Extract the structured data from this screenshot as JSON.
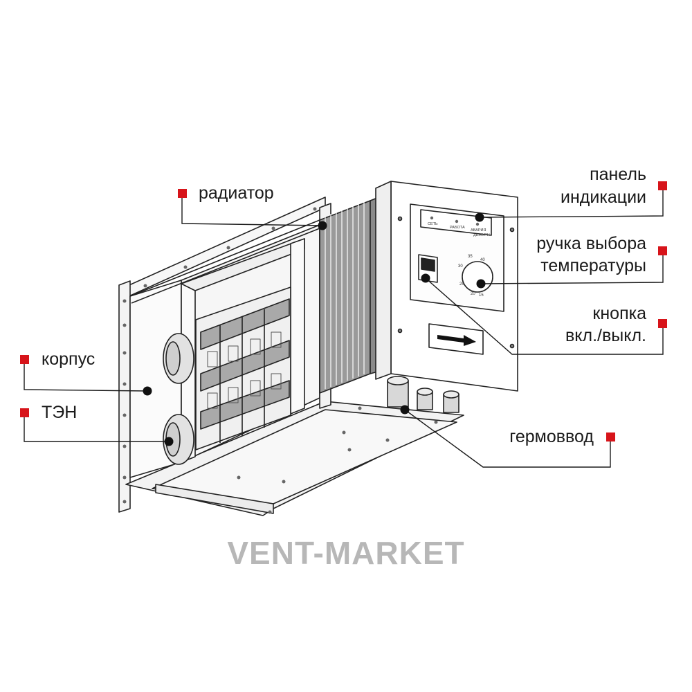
{
  "colors": {
    "marker": "#d7141a",
    "line": "#1a1a1a",
    "dot": "#111111",
    "watermark": "#b7b7b7"
  },
  "labels": {
    "radiator": "радиатор",
    "indication_panel_1": "панель",
    "indication_panel_2": "индикации",
    "temp_knob_1": "ручка выбора",
    "temp_knob_2": "температуры",
    "power_button_1": "кнопка",
    "power_button_2": "вкл./выкл.",
    "housing": "корпус",
    "heater": "ТЭН",
    "cable_gland": "гермоввод"
  },
  "panel": {
    "indicators": [
      "СЕТЬ",
      "РАБОТА",
      "АВАРИЯ",
      "ДЕЖУРН"
    ],
    "dial_ticks": [
      "35",
      "40",
      "30",
      "25",
      "20",
      "15"
    ]
  },
  "watermark": "VENT-MARKET"
}
